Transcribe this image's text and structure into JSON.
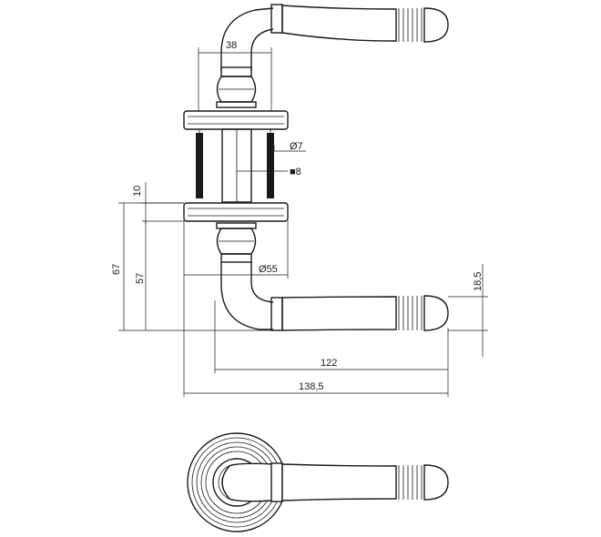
{
  "dimensions": {
    "neck_width": "38",
    "spindle_diameter": "Ø7",
    "spindle_square": "■8",
    "rose_thickness": "10",
    "overall_height": "67",
    "height_to_lever": "57",
    "rose_diameter": "Ø55",
    "lever_thickness": "18,5",
    "lever_length": "122",
    "overall_length": "138,5"
  },
  "colors": {
    "line": "#1a1a1a",
    "background": "#ffffff"
  }
}
